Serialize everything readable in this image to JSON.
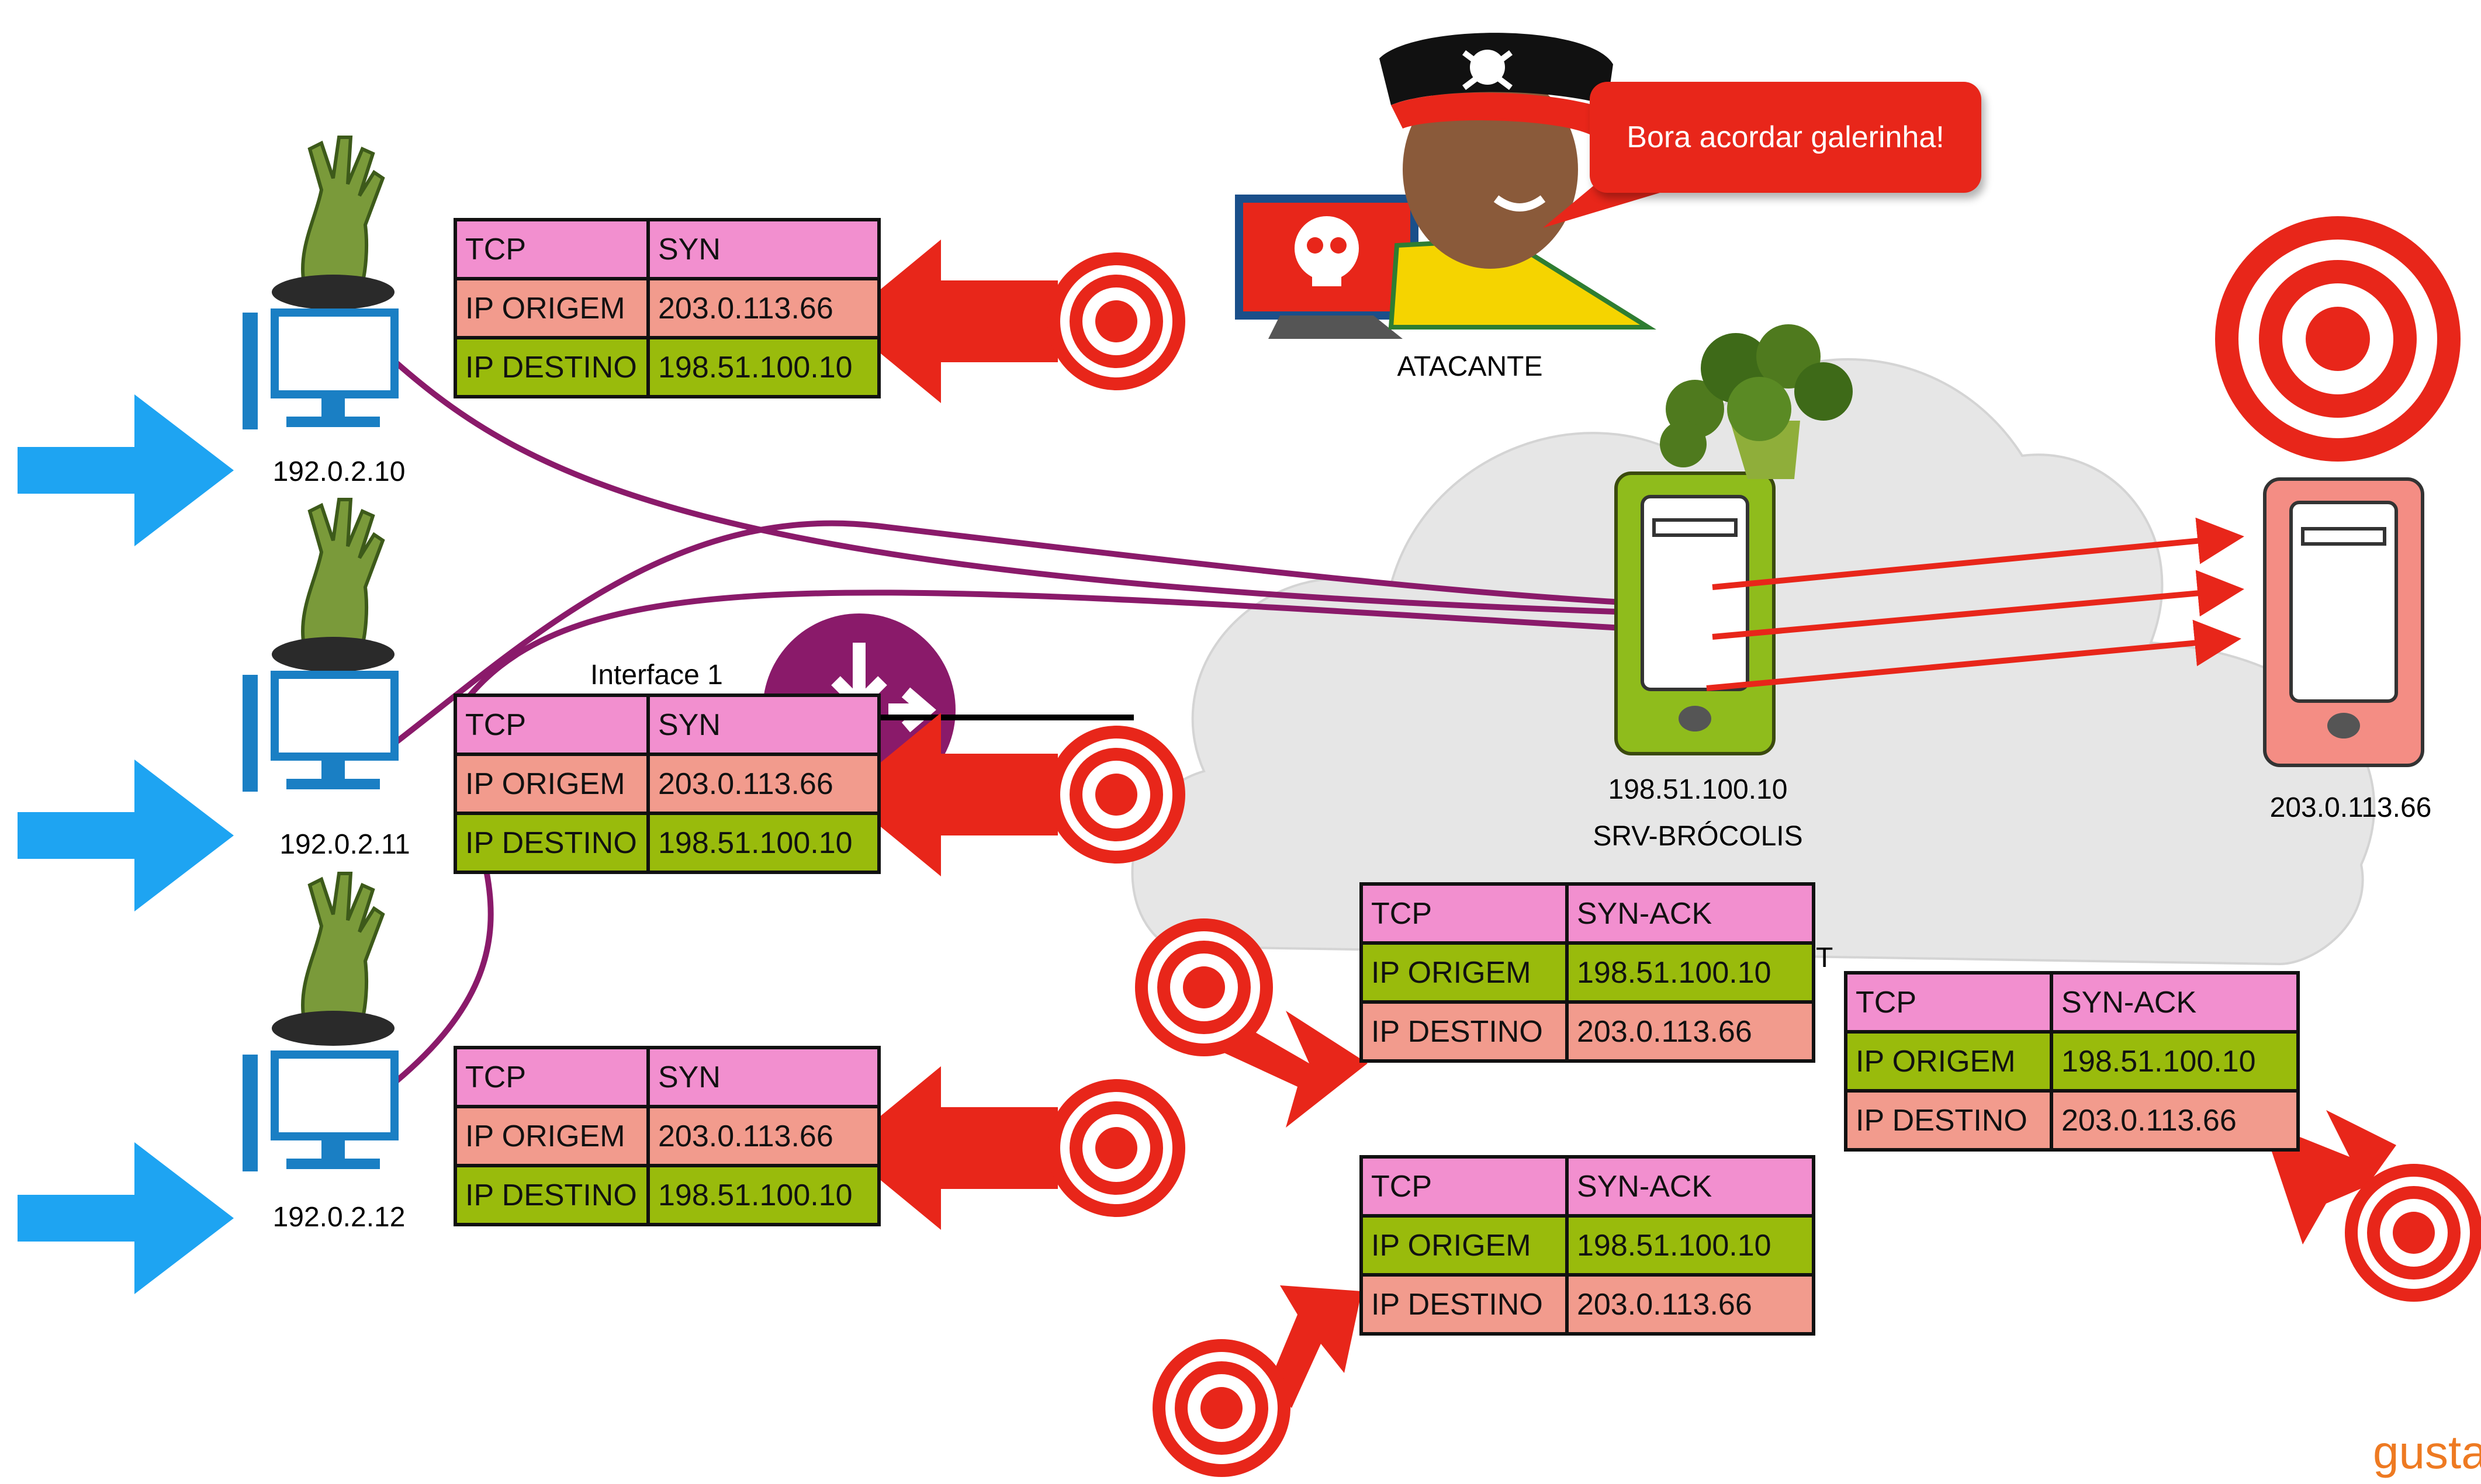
{
  "attacker": {
    "label": "ATACANTE",
    "speech": "Bora acordar galerinha!"
  },
  "router": {
    "interface_label": "Interface 1"
  },
  "cloud": {
    "label_fragment": "ET"
  },
  "hosts": [
    {
      "ip": "192.0.2.10"
    },
    {
      "ip": "192.0.2.11"
    },
    {
      "ip": "192.0.2.12"
    }
  ],
  "server": {
    "ip": "198.51.100.10",
    "name": "SRV-BRÓCOLIS"
  },
  "victim": {
    "ip": "203.0.113.66"
  },
  "syn_packets": [
    {
      "proto_label": "TCP",
      "flag": "SYN",
      "src_label": "IP ORIGEM",
      "src": "203.0.113.66",
      "dst_label": "IP DESTINO",
      "dst": "198.51.100.10"
    },
    {
      "proto_label": "TCP",
      "flag": "SYN",
      "src_label": "IP ORIGEM",
      "src": "203.0.113.66",
      "dst_label": "IP DESTINO",
      "dst": "198.51.100.10"
    },
    {
      "proto_label": "TCP",
      "flag": "SYN",
      "src_label": "IP ORIGEM",
      "src": "203.0.113.66",
      "dst_label": "IP DESTINO",
      "dst": "198.51.100.10"
    }
  ],
  "synack_packets": [
    {
      "proto_label": "TCP",
      "flag": "SYN-ACK",
      "src_label": "IP ORIGEM",
      "src": "198.51.100.10",
      "dst_label": "IP DESTINO",
      "dst": "203.0.113.66"
    },
    {
      "proto_label": "TCP",
      "flag": "SYN-ACK",
      "src_label": "IP ORIGEM",
      "src": "198.51.100.10",
      "dst_label": "IP DESTINO",
      "dst": "203.0.113.66"
    },
    {
      "proto_label": "TCP",
      "flag": "SYN-ACK",
      "src_label": "IP ORIGEM",
      "src": "198.51.100.10",
      "dst_label": "IP DESTINO",
      "dst": "203.0.113.66"
    }
  ],
  "watermark": "gusta",
  "colors": {
    "tcp_row": "#f28fcf",
    "src_row": "#f29b8d",
    "dst_row": "#99bb0c",
    "target_red": "#e8261a",
    "host_blue": "#1a7fc4",
    "arrow_blue": "#1ea4f2",
    "flow_purple": "#8a1a6a",
    "server_green": "#8fbc1c",
    "victim_pink": "#f48d84",
    "cloud_gray": "#e6e6e6"
  },
  "icons": [
    "zombie-hand-icon",
    "computer-icon",
    "target-icon",
    "router-icon",
    "pirate-hat-icon",
    "skull-monitor-icon",
    "broccoli-icon",
    "server-icon"
  ]
}
